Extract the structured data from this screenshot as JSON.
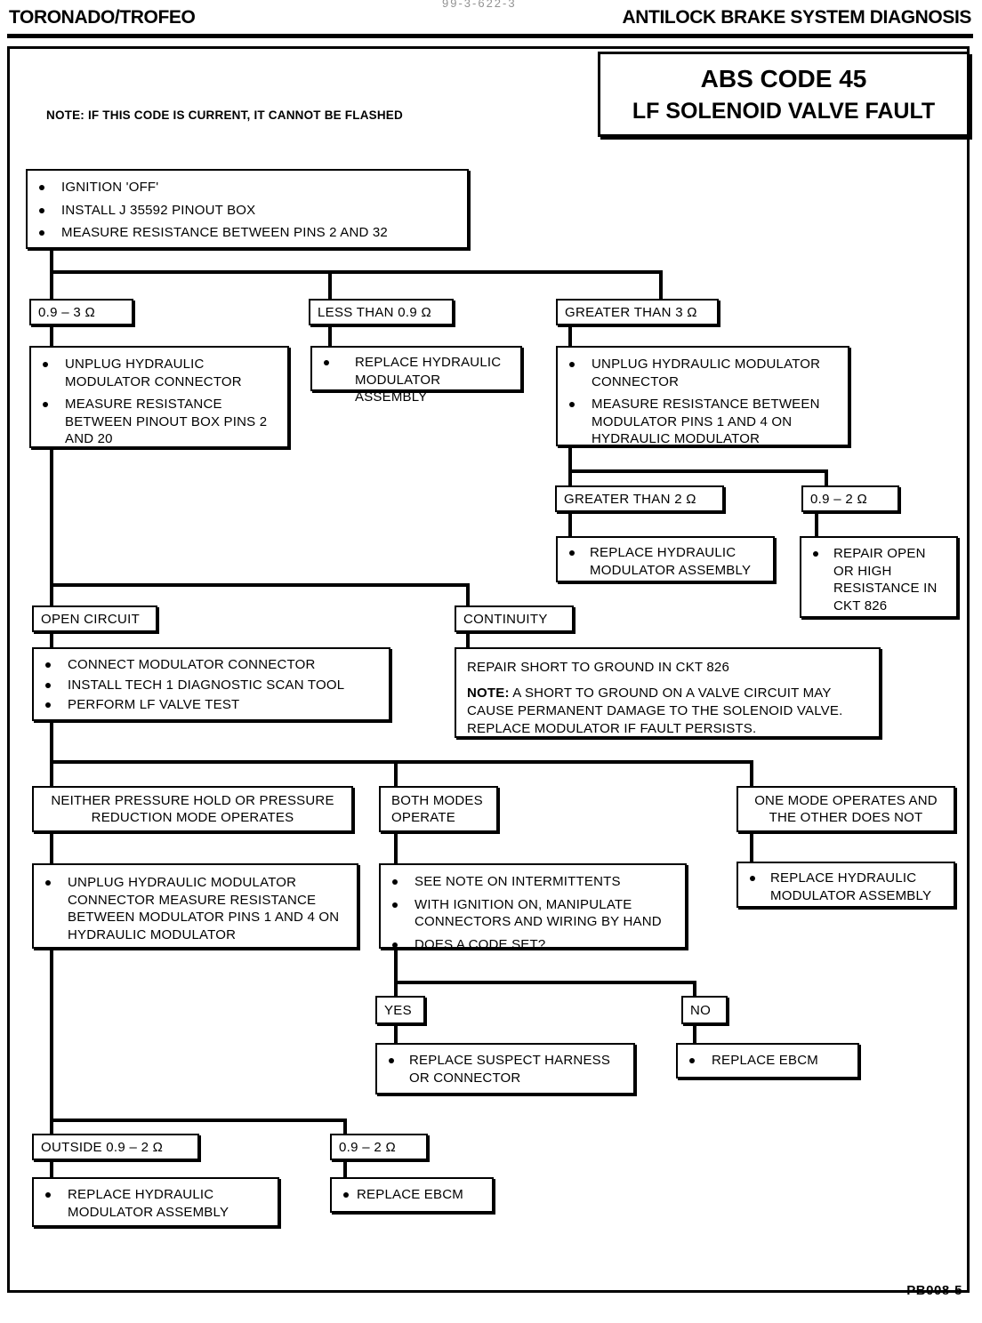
{
  "header": {
    "left_title": "TORONADO/TROFEO",
    "right_title": "ANTILOCK BRAKE SYSTEM DIAGNOSIS",
    "top_smudge": "99-3-622-3"
  },
  "title_card": {
    "line1": "ABS CODE 45",
    "line2": "LF SOLENOID VALVE FAULT"
  },
  "top_note": "NOTE:  IF THIS CODE IS CURRENT, IT CANNOT BE FLASHED",
  "footer": {
    "code": "PB008-5"
  },
  "nodes": {
    "start": {
      "items": [
        "IGNITION 'OFF'",
        "INSTALL J 35592 PINOUT BOX",
        "MEASURE RESISTANCE BETWEEN PINS 2 AND 32"
      ]
    },
    "branch1_a": {
      "label": "0.9 – 3  Ω"
    },
    "branch1_b": {
      "label": "LESS THAN 0.9  Ω"
    },
    "branch1_c": {
      "label": "GREATER THAN 3  Ω"
    },
    "unplug_left": {
      "items": [
        "UNPLUG HYDRAULIC MODULATOR CONNECTOR",
        "MEASURE  RESISTANCE BETWEEN  PINOUT BOX PINS 2 AND 20"
      ]
    },
    "replace_hm_1": {
      "items": [
        "REPLACE HYDRAULIC MODULATOR ASSEMBLY"
      ]
    },
    "unplug_right": {
      "items": [
        "UNPLUG HYDRAULIC MODULATOR CONNECTOR",
        "MEASURE RESISTANCE BETWEEN MODULATOR PINS 1 AND 4 ON HYDRAULIC MODULATOR"
      ]
    },
    "branch2_a": {
      "label": "GREATER THAN 2  Ω"
    },
    "branch2_b": {
      "label": "0.9 – 2  Ω"
    },
    "replace_hm_2": {
      "items": [
        "REPLACE HYDRAULIC MODULATOR ASSEMBLY"
      ]
    },
    "repair_open": {
      "items": [
        "REPAIR OPEN OR HIGH RESISTANCE IN CKT 826"
      ]
    },
    "open_circuit": {
      "label": "OPEN CIRCUIT"
    },
    "continuity": {
      "label": "CONTINUITY"
    },
    "connect_modulator": {
      "items": [
        "CONNECT MODULATOR CONNECTOR",
        "INSTALL TECH 1 DIAGNOSTIC SCAN TOOL",
        "PERFORM  LF VALVE TEST"
      ]
    },
    "repair_short": {
      "line1": "REPAIR SHORT TO GROUND IN CKT 826",
      "note_label": "NOTE:",
      "note_text": " A SHORT TO GROUND ON A VALVE CIRCUIT MAY CAUSE PERMANENT DAMAGE TO THE SOLENOID VALVE. REPLACE MODULATOR IF FAULT PERSISTS."
    },
    "mode_neither": {
      "line1": "NEITHER PRESSURE HOLD OR PRESSURE",
      "line2": "REDUCTION MODE OPERATES"
    },
    "mode_both": {
      "line1": "BOTH MODES",
      "line2": "OPERATE"
    },
    "mode_one": {
      "line1": "ONE MODE OPERATES AND",
      "line2": "THE OTHER DOES NOT"
    },
    "unplug_bottom": {
      "items": [
        "UNPLUG HYDRAULIC MODULATOR CONNECTOR MEASURE RESISTANCE BETWEEN MODULATOR PINS 1 AND 4 ON HYDRAULIC MODULATOR"
      ]
    },
    "intermittents": {
      "items": [
        "SEE NOTE ON INTERMITTENTS",
        "WITH IGNITION ON, MANIPULATE CONNECTORS AND WIRING BY HAND",
        "DOES A CODE SET?"
      ]
    },
    "replace_hm_3": {
      "items": [
        "REPLACE HYDRAULIC MODULATOR ASSEMBLY"
      ]
    },
    "yes": {
      "label": "YES"
    },
    "no": {
      "label": "NO"
    },
    "replace_harness": {
      "items": [
        "REPLACE SUSPECT HARNESS OR CONNECTOR"
      ]
    },
    "replace_ebcm_1": {
      "items": [
        "REPLACE  EBCM"
      ]
    },
    "branch3_a": {
      "label": "OUTSIDE 0.9 – 2  Ω"
    },
    "branch3_b": {
      "label": "0.9 – 2  Ω"
    },
    "replace_hm_4": {
      "items": [
        "REPLACE HYDRAULIC MODULATOR ASSEMBLY"
      ]
    },
    "replace_ebcm_2": {
      "items": [
        "REPLACE  EBCM"
      ]
    }
  },
  "colors": {
    "ink": "#000000",
    "paper": "#ffffff"
  }
}
